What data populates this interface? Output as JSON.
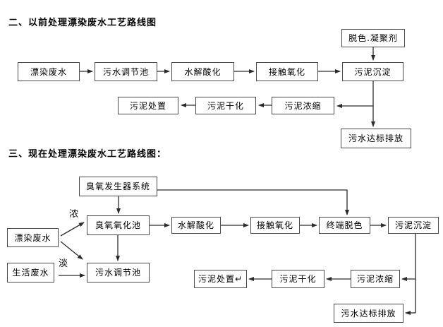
{
  "colors": {
    "background": "#ffffff",
    "box_border": "#4a4a4a",
    "line": "#2b2b2b",
    "text": "#000000"
  },
  "sections": {
    "prev": {
      "title": "二、以前处理漂染废水工艺路线图",
      "nodes": {
        "decolor_agent": "脱色.凝聚剂",
        "dye_wastewater": "漂染废水",
        "regulating_tank": "污水调节池",
        "hydrolysis": "水解酸化",
        "contact_oxidation": "接触氧化",
        "sludge_sedimentation": "污泥沉淀",
        "sludge_disposal": "污泥处置",
        "sludge_drying": "污泥干化",
        "sludge_thickening": "污泥浓缩",
        "discharge": "污水达标排放"
      }
    },
    "current": {
      "title": "三、现在处理漂染废水工艺路线图：",
      "nodes": {
        "ozone_generator": "臭氧发生器系统",
        "ozone_tank": "臭氧氧化池",
        "hydrolysis": "水解酸化",
        "contact_oxidation": "接触氧化",
        "terminal_decolor": "终端脱色",
        "sludge_sedimentation": "污泥沉淀",
        "dye_wastewater": "漂染废水",
        "domestic_wastewater": "生活废水",
        "regulating_tank": "污水调节池",
        "sludge_disposal": "污泥处置↵",
        "sludge_drying": "污泥干化",
        "sludge_thickening": "污泥浓缩",
        "discharge": "污水达标排放"
      },
      "edge_labels": {
        "concentrated": "浓",
        "dilute": "淡"
      }
    }
  }
}
